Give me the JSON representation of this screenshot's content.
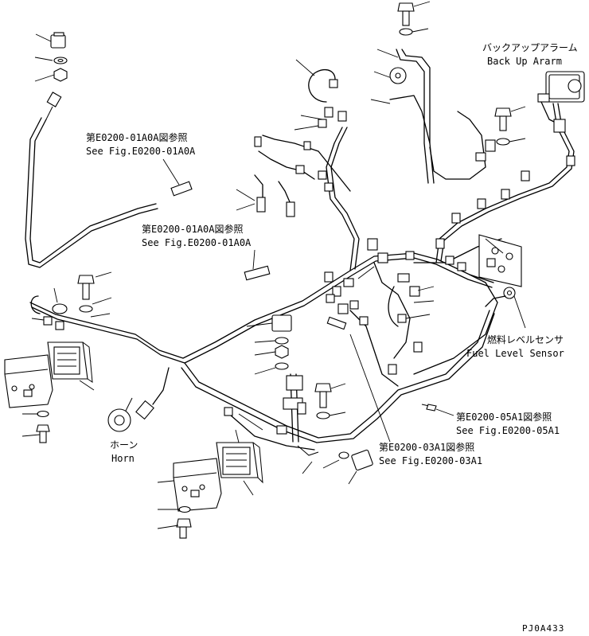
{
  "labels": {
    "backup_alarm_ja": "バックアップアラーム",
    "backup_alarm_en": "Back Up Ararm",
    "ref_01a0a_top_ja": "第E0200-01A0A図参照",
    "ref_01a0a_top_en": "See Fig.E0200-01A0A",
    "ref_01a0a_mid_ja": "第E0200-01A0A図参照",
    "ref_01a0a_mid_en": "See Fig.E0200-01A0A",
    "fuel_sensor_ja": "燃料レベルセンサ",
    "fuel_sensor_en": "Fuel Level Sensor",
    "ref_05a1_ja": "第E0200-05A1図参照",
    "ref_05a1_en": "See Fig.E0200-05A1",
    "ref_03a1_ja": "第E0200-03A1図参照",
    "ref_03a1_en": "See Fig.E0200-03A1",
    "horn_ja": "ホーン",
    "horn_en": "Horn",
    "drawing_code": "PJ0A433"
  }
}
